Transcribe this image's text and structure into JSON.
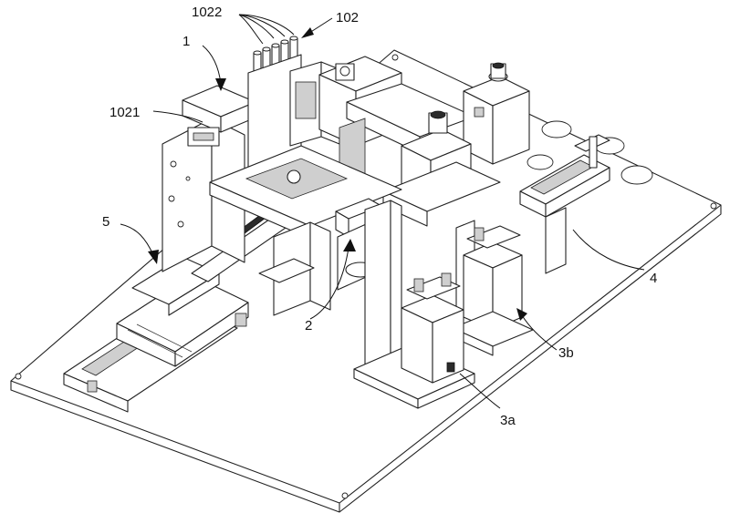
{
  "labels": {
    "l1022": "1022",
    "l102": "102",
    "l1": "1",
    "l1021": "1021",
    "l5": "5",
    "l2": "2",
    "l4": "4",
    "l3b": "3b",
    "l3a": "3a"
  }
}
